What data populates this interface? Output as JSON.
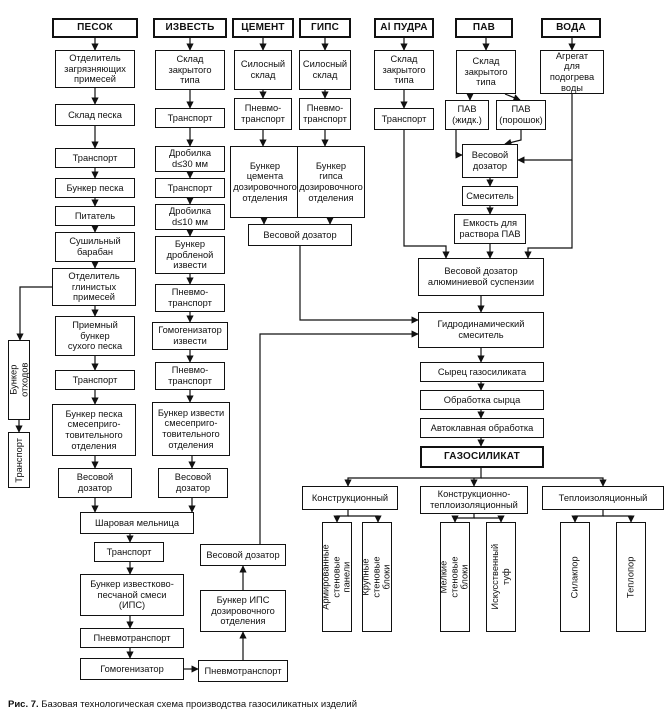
{
  "headers": {
    "sand": "ПЕСОК",
    "lime": "ИЗВЕСТЬ",
    "cement": "ЦЕМЕНТ",
    "gypsum": "ГИПС",
    "al_powder": "Al ПУДРА",
    "surfactant": "ПАВ",
    "water": "ВОДА"
  },
  "sand_chain": {
    "separator": "Отделитель\nзагрязняющих\nпримесей",
    "storage": "Склад песка",
    "transport1": "Транспорт",
    "bunker": "Бункер песка",
    "feeder": "Питатель",
    "dryer": "Сушильный\nбарабан",
    "clay_separator": "Отделитель\nглинистых\nпримесей",
    "receiving_bunker": "Приемный\nбункер\nсухого песка",
    "transport2": "Транспорт",
    "mix_bunker": "Бункер песка\nсмесеприго-\nтовительного\nотделения",
    "doser": "Весовой\nдозатор"
  },
  "waste": {
    "bunker": "Бункер отходов",
    "transport": "Транспорт"
  },
  "lime_chain": {
    "storage": "Склад\nзакрытого\nтипа",
    "transport": "Транспорт",
    "crusher1": "Дробилка\nd≤30 мм",
    "transport2": "Транспорт",
    "crusher2": "Дробилка\nd≤10 мм",
    "bunker": "Бункер\nдробленой\nизвести",
    "pneumo": "Пневмо-\nтранспорт",
    "homogenizer": "Гомогенизатор\nизвести",
    "pneumo2": "Пневмо-\nтранспорт",
    "mix_bunker": "Бункер извести\nсмесеприго-\nтовительного\nотделения",
    "doser": "Весовой\nдозатор"
  },
  "cement_chain": {
    "silo": "Силосный\nсклад",
    "pneumo": "Пневмо-\nтранспорт",
    "bunker": "Бункер\nцемента\nдозировочного\nотделения"
  },
  "gypsum_chain": {
    "silo": "Силосный\nсклад",
    "pneumo": "Пневмо-\nтранспорт",
    "bunker": "Бункер\nгипса\nдозировочного\nотделения"
  },
  "shared_doser": "Весовой дозатор",
  "al_chain": {
    "storage": "Склад\nзакрытого\nтипа",
    "transport": "Транспорт"
  },
  "surfactant_chain": {
    "storage": "Склад\nзакрытого\nтипа",
    "liquid": "ПАВ\n(жидк.)",
    "powder": "ПАВ\n(порошок)",
    "doser": "Весовой\nдозатор",
    "mixer": "Смеситель",
    "tank": "Емкость для\nраствора ПАВ"
  },
  "water_chain": {
    "heater": "Агрегат\nдля подогрева\nводы"
  },
  "al_suspension_doser": "Весовой дозатор\nалюминиевой суспензии",
  "hydro_mixer": "Гидродинамический\nсмеситель",
  "raw_gas_silicate": "Сырец газосиликата",
  "raw_processing": "Обработка сырца",
  "autoclave": "Автоклавная обработка",
  "gas_silicate": "ГАЗОСИЛИКАТ",
  "categories": {
    "structural": "Конструкционный",
    "structural_insulating": "Конструкционно-\nтеплоизоляционный",
    "insulating": "Теплоизоляционный"
  },
  "products": {
    "reinforced_panels": "Армированные\nстеновые панели",
    "large_blocks": "Крупные\nстеновые блоки",
    "small_blocks": "Мелкие\nстеновые блоки",
    "artificial_tuff": "Искусственный туф",
    "silakpor": "Силакпор",
    "teplopor": "Теплопор"
  },
  "mill_chain": {
    "ball_mill": "Шаровая мельница",
    "transport": "Транспорт",
    "ips_bunker": "Бункер известково-\nпесчаной смеси\n(ИПС)",
    "pneumo": "Пневмотранспорт",
    "homogenizer": "Гомогенизатор",
    "pneumo2": "Пневмотранспорт",
    "ips_doser_bunker": "Бункер ИПС\nдозировочного\nотделения",
    "doser": "Весовой дозатор"
  },
  "caption": {
    "label": "Рис. 7.",
    "text": " Базовая технологическая схема производства газосиликатных изделий"
  },
  "colors": {
    "line": "#111111",
    "background": "#ffffff"
  }
}
